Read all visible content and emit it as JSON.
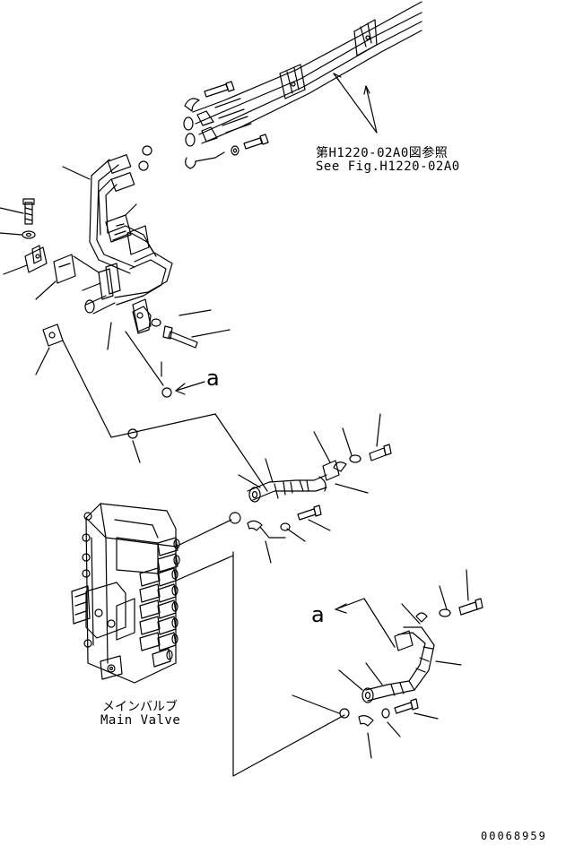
{
  "diagram": {
    "reference": {
      "japanese": "第H1220-02A0図参照",
      "english": "See Fig.H1220-02A0"
    },
    "view_marks": [
      "a",
      "a"
    ],
    "main_valve": {
      "japanese": "メインバルブ",
      "english": "Main Valve"
    },
    "document_number": "00068959",
    "colors": {
      "line": "#000000",
      "background": "#ffffff"
    }
  }
}
